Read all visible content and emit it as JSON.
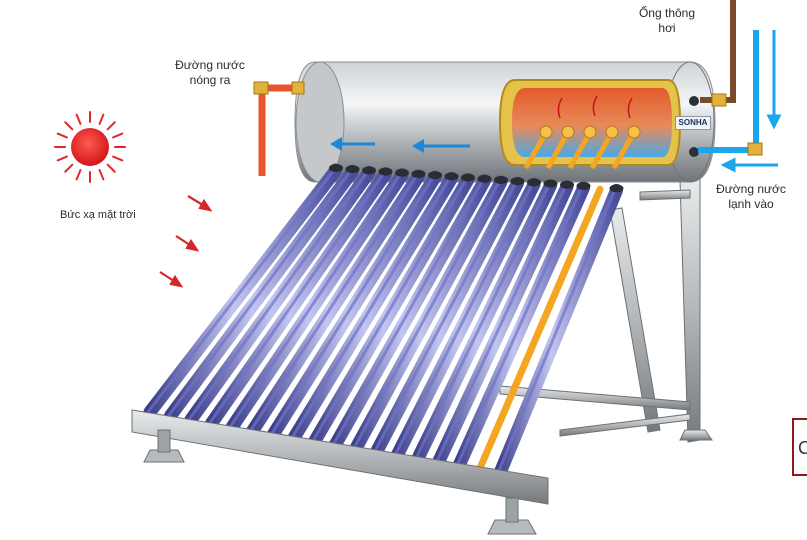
{
  "labels": {
    "hot_out": [
      "Đường nước",
      "nóng ra"
    ],
    "vent": [
      "Ống thông",
      "hơi"
    ],
    "cold_in": [
      "Đường nước",
      "lạnh vào"
    ],
    "sun": "Bức xạ mặt trời",
    "brand": "SONHA",
    "cut_box_char": "C"
  },
  "colors": {
    "hot_pipe": "#e8562a",
    "cold_pipe": "#1aa6e8",
    "vent_pipe": "#7a4a2a",
    "sun": "#e3262a",
    "tube": "#6f74c8",
    "heat_pipe": "#f4a623",
    "arrow_tank": "#1e88d8",
    "radiation_arrow": "#d7262a",
    "frame_border": "#8b1a1a"
  },
  "counts": {
    "vacuum_tubes": 18
  }
}
